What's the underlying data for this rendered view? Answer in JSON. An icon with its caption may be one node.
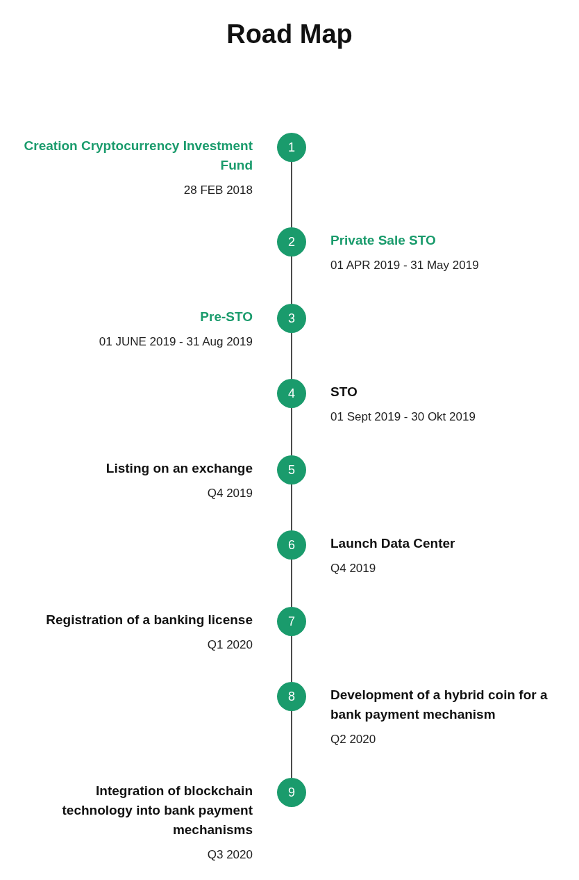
{
  "diagram": {
    "title": "Road Map",
    "nodes": [
      {
        "text": [
          "1"
        ],
        "beside": [
          "Creation Cryptocurrency Investment Fund",
          "28 FEB 2018"
        ]
      },
      {
        "text": [
          "2"
        ],
        "beside": [
          "Private Sale STO",
          "01 APR 2019 - 31 May 2019"
        ]
      },
      {
        "text": [
          "3"
        ],
        "beside": [
          "Pre-STO",
          "01 JUNE 2019 - 31 Aug 2019"
        ]
      },
      {
        "text": [
          "4"
        ],
        "beside": [
          "STO",
          "01 Sept 2019 - 30 Okt 2019"
        ]
      },
      {
        "text": [
          "5"
        ],
        "beside": [
          "Listing on an exchange",
          "Q4 2019"
        ]
      },
      {
        "text": [
          "6"
        ],
        "beside": [
          "Launch Data Center",
          "Q4 2019"
        ]
      },
      {
        "text": [
          "7"
        ],
        "beside": [
          "Registration of a banking license",
          "Q1 2020"
        ]
      },
      {
        "text": [
          "8"
        ],
        "beside": [
          "Development of a hybrid coin for a bank payment mechanism",
          "Q2 2020"
        ]
      },
      {
        "text": [
          "9"
        ],
        "beside": [
          "Integration of blockchain technology into bank payment mechanisms",
          "Q3 2020"
        ]
      }
    ],
    "edges": [
      {
        "from": 0,
        "to": 1,
        "arrow": "none"
      },
      {
        "from": 1,
        "to": 2,
        "arrow": "none"
      },
      {
        "from": 2,
        "to": 3,
        "arrow": "none"
      },
      {
        "from": 3,
        "to": 4,
        "arrow": "none"
      },
      {
        "from": 4,
        "to": 5,
        "arrow": "none"
      },
      {
        "from": 5,
        "to": 6,
        "arrow": "none"
      },
      {
        "from": 6,
        "to": 7,
        "arrow": "none"
      },
      {
        "from": 7,
        "to": 8,
        "arrow": "none"
      }
    ]
  }
}
